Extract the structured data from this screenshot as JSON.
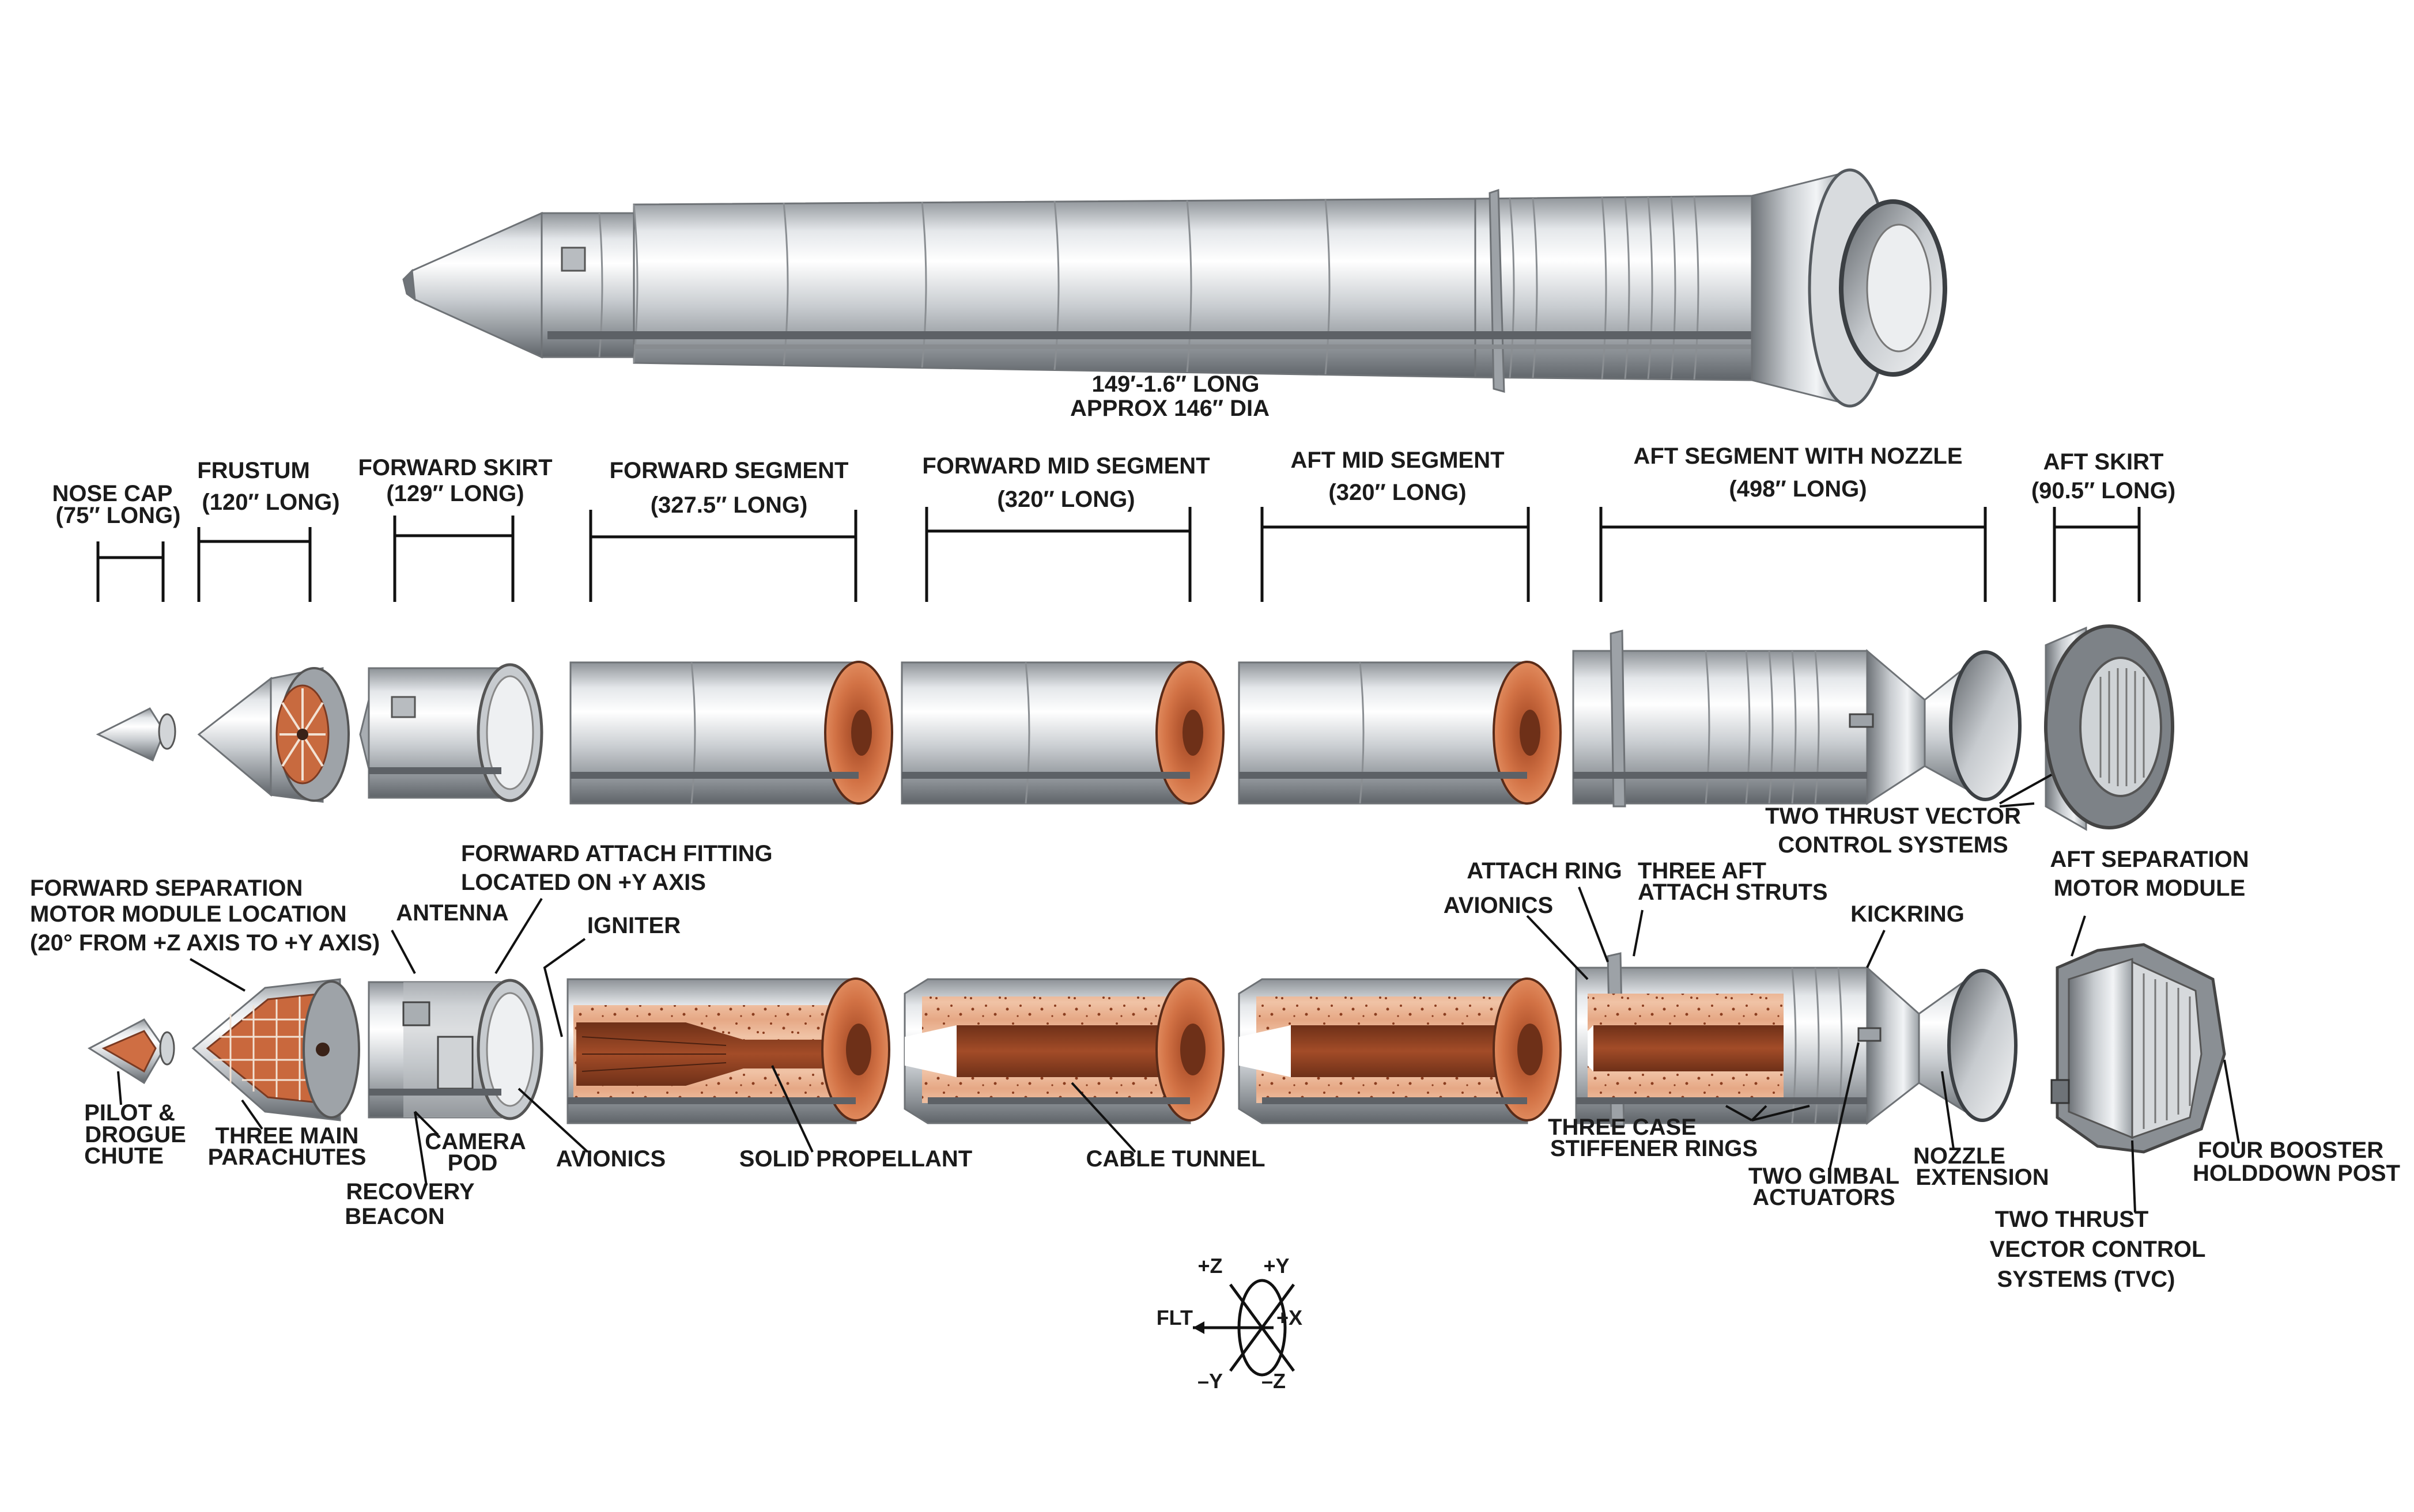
{
  "assembly": {
    "length": "149′-1.6″ LONG",
    "diameter": "APPROX 146″ DIA"
  },
  "segments": [
    {
      "name": "NOSE CAP",
      "length": "(75″ LONG)"
    },
    {
      "name": "FRUSTUM",
      "length": "(120″ LONG)"
    },
    {
      "name": "FORWARD SKIRT",
      "length": "(129″ LONG)"
    },
    {
      "name": "FORWARD SEGMENT",
      "length": "(327.5″ LONG)"
    },
    {
      "name": "FORWARD MID SEGMENT",
      "length": "(320″ LONG)"
    },
    {
      "name": "AFT MID SEGMENT",
      "length": "(320″ LONG)"
    },
    {
      "name": "AFT SEGMENT WITH NOZZLE",
      "length": "(498″ LONG)"
    },
    {
      "name": "AFT SKIRT",
      "length": "(90.5″ LONG)"
    }
  ],
  "callouts": {
    "tvc_middle": [
      "TWO THRUST VECTOR",
      "CONTROL SYSTEMS"
    ],
    "aft_separation": [
      "AFT SEPARATION",
      "MOTOR MODULE"
    ],
    "forward_separation": [
      "FORWARD SEPARATION",
      "MOTOR MODULE LOCATION",
      "(20° FROM +Z AXIS TO +Y AXIS)"
    ],
    "forward_attach": [
      "FORWARD ATTACH FITTING",
      "LOCATED ON +Y AXIS"
    ],
    "antenna": "ANTENNA",
    "igniter": "IGNITER",
    "attach_ring": "ATTACH RING",
    "three_aft_struts": [
      "THREE AFT",
      "ATTACH STRUTS"
    ],
    "avionics_aft": "AVIONICS",
    "kickring": "KICKRING",
    "pilot_drogue": [
      "PILOT &",
      "DROGUE",
      "CHUTE"
    ],
    "three_main_parachutes": [
      "THREE MAIN",
      "PARACHUTES"
    ],
    "camera_pod": [
      "CAMERA",
      "POD"
    ],
    "avionics_fwd": "AVIONICS",
    "recovery_beacon": [
      "RECOVERY",
      "BEACON"
    ],
    "solid_propellant": "SOLID PROPELLANT",
    "cable_tunnel": "CABLE TUNNEL",
    "three_case_stiffener": [
      "THREE CASE",
      "STIFFENER RINGS"
    ],
    "two_gimbal": [
      "TWO GIMBAL",
      "ACTUATORS"
    ],
    "nozzle_extension": [
      "NOZZLE",
      "EXTENSION"
    ],
    "four_booster_holddown": [
      "FOUR BOOSTER",
      "HOLDDOWN POST"
    ],
    "tvc_bottom": [
      "TWO THRUST",
      "VECTOR CONTROL",
      "SYSTEMS (TVC)"
    ]
  },
  "axes": {
    "plus_z": "+Z",
    "plus_y": "+Y",
    "plus_x": "+X",
    "flt": "FLT",
    "minus_y": "–Y",
    "minus_z": "–Z"
  },
  "colors": {
    "metal_light": "#eef0f2",
    "metal_dark": "#8d9297",
    "propellant": "#c8643a",
    "propellant_light": "#e9b08f",
    "propellant_dark": "#7a3a22",
    "ink": "#1b1b1b"
  }
}
